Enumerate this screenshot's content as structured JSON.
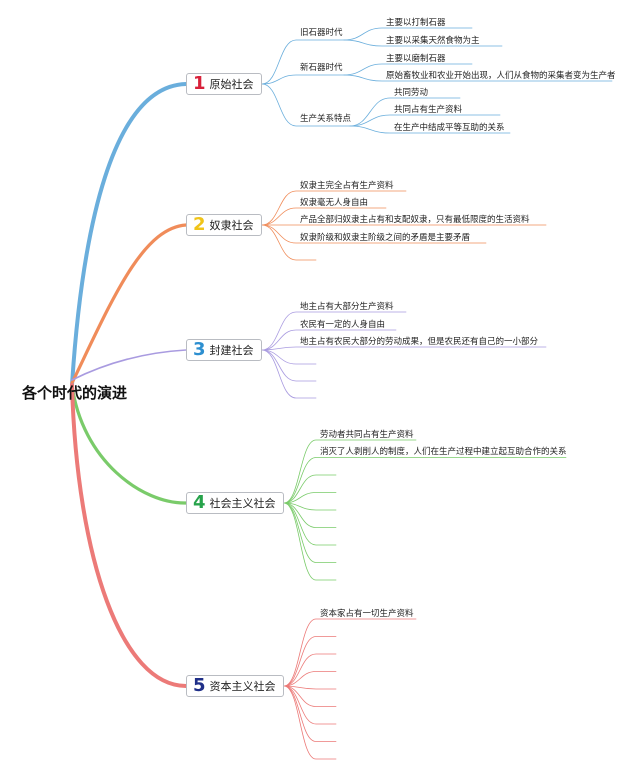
{
  "title": "各个时代的演进",
  "colors": {
    "primitive": "#6aaedc",
    "slave": "#f08c5a",
    "feudal": "#a99be0",
    "socialist": "#7acb6a",
    "capitalist": "#ec7a78",
    "num_primitive": "#d8213a",
    "num_slave": "#f0c419",
    "num_feudal": "#2d8fd0",
    "num_socialist": "#27a34b",
    "num_capitalist": "#1f2f88"
  },
  "branches": [
    {
      "num": "1",
      "label": "原始社会",
      "sub": [
        {
          "label": "旧石器时代",
          "items": [
            "主要以打制石器",
            "主要以采集天然食物为主"
          ]
        },
        {
          "label": "新石器时代",
          "items": [
            "主要以磨制石器",
            "原始畜牧业和农业开始出现，人们从食物的采集者变为生产者"
          ]
        },
        {
          "label": "生产关系特点",
          "items": [
            "共同劳动",
            "共同占有生产资料",
            "在生产中结成平等互助的关系"
          ]
        }
      ]
    },
    {
      "num": "2",
      "label": "奴隶社会",
      "items": [
        "奴隶主完全占有生产资料",
        "奴隶毫无人身自由",
        "产品全部归奴隶主占有和支配奴隶，只有最低限度的生活资料",
        "奴隶阶级和奴隶主阶级之间的矛盾是主要矛盾",
        ""
      ]
    },
    {
      "num": "3",
      "label": "封建社会",
      "items": [
        "地主占有大部分生产资料",
        "农民有一定的人身自由",
        "地主占有农民大部分的劳动成果，但是农民还有自己的一小部分",
        "",
        "",
        ""
      ]
    },
    {
      "num": "4",
      "label": "社会主义社会",
      "items": [
        "劳动者共同占有生产资料",
        "消灭了人剥削人的制度，人们在生产过程中建立起互助合作的关系",
        "",
        "",
        "",
        "",
        "",
        "",
        ""
      ]
    },
    {
      "num": "5",
      "label": "资本主义社会",
      "items": [
        "资本家占有一切生产资料",
        "",
        "",
        "",
        "",
        "",
        "",
        "",
        ""
      ]
    }
  ]
}
